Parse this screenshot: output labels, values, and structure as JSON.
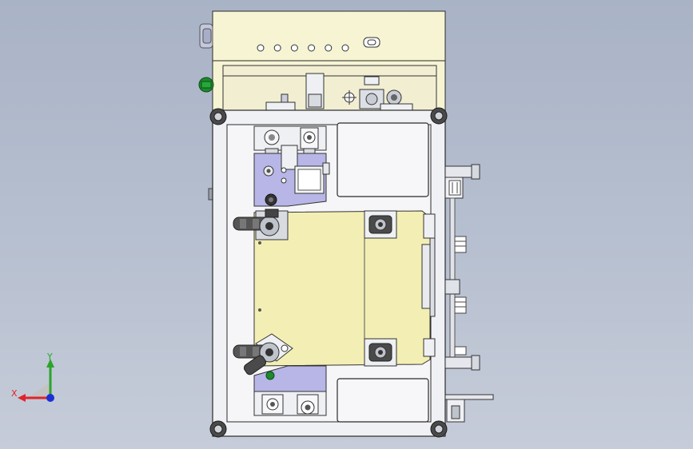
{
  "triad": {
    "x_label": "X",
    "y_label": "Y",
    "x_color": "#e0242a",
    "y_color": "#2ca32c",
    "z_color": "#1c2fd6"
  },
  "colors": {
    "cabinet_panel": "#f7f4d4",
    "bed_panel": "#f3efb4",
    "lavender_plate": "#b7b6e6",
    "frame_line": "#2a2a2a",
    "frame_fill": "#eef0f3",
    "caster_dark": "#3b3b3b",
    "accent_green": "#1d8a2c"
  },
  "indicator_holes": {
    "count": 6
  }
}
